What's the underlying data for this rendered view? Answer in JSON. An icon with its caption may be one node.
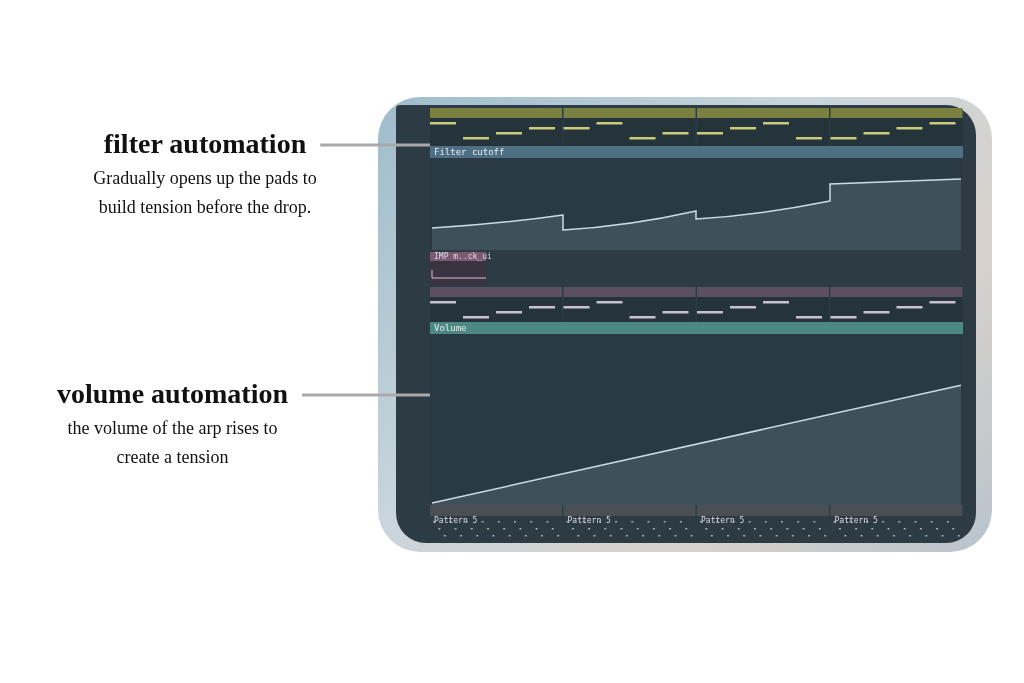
{
  "diagram": {
    "nodes": [
      {
        "text": [
          "filter automation",
          "Gradually opens up the pads to build tension before the drop."
        ]
      },
      {
        "text": [
          "volume automation",
          "the volume of the arp rises to create a tension"
        ]
      },
      {
        "text": [],
        "shape": "picture"
      },
      {
        "text": [
          "Filter cutoff"
        ],
        "in": 2
      },
      {
        "text": [
          "Volume"
        ],
        "in": 2
      }
    ],
    "edges": [
      {
        "from": 0,
        "to": 3,
        "arrow": "none"
      },
      {
        "from": 1,
        "to": 4,
        "arrow": "none"
      }
    ],
    "labels": [
      "IMP m..ck_ui",
      "Pattern 5",
      "Pattern 5",
      "Pattern 5",
      "Pattern 5"
    ]
  }
}
